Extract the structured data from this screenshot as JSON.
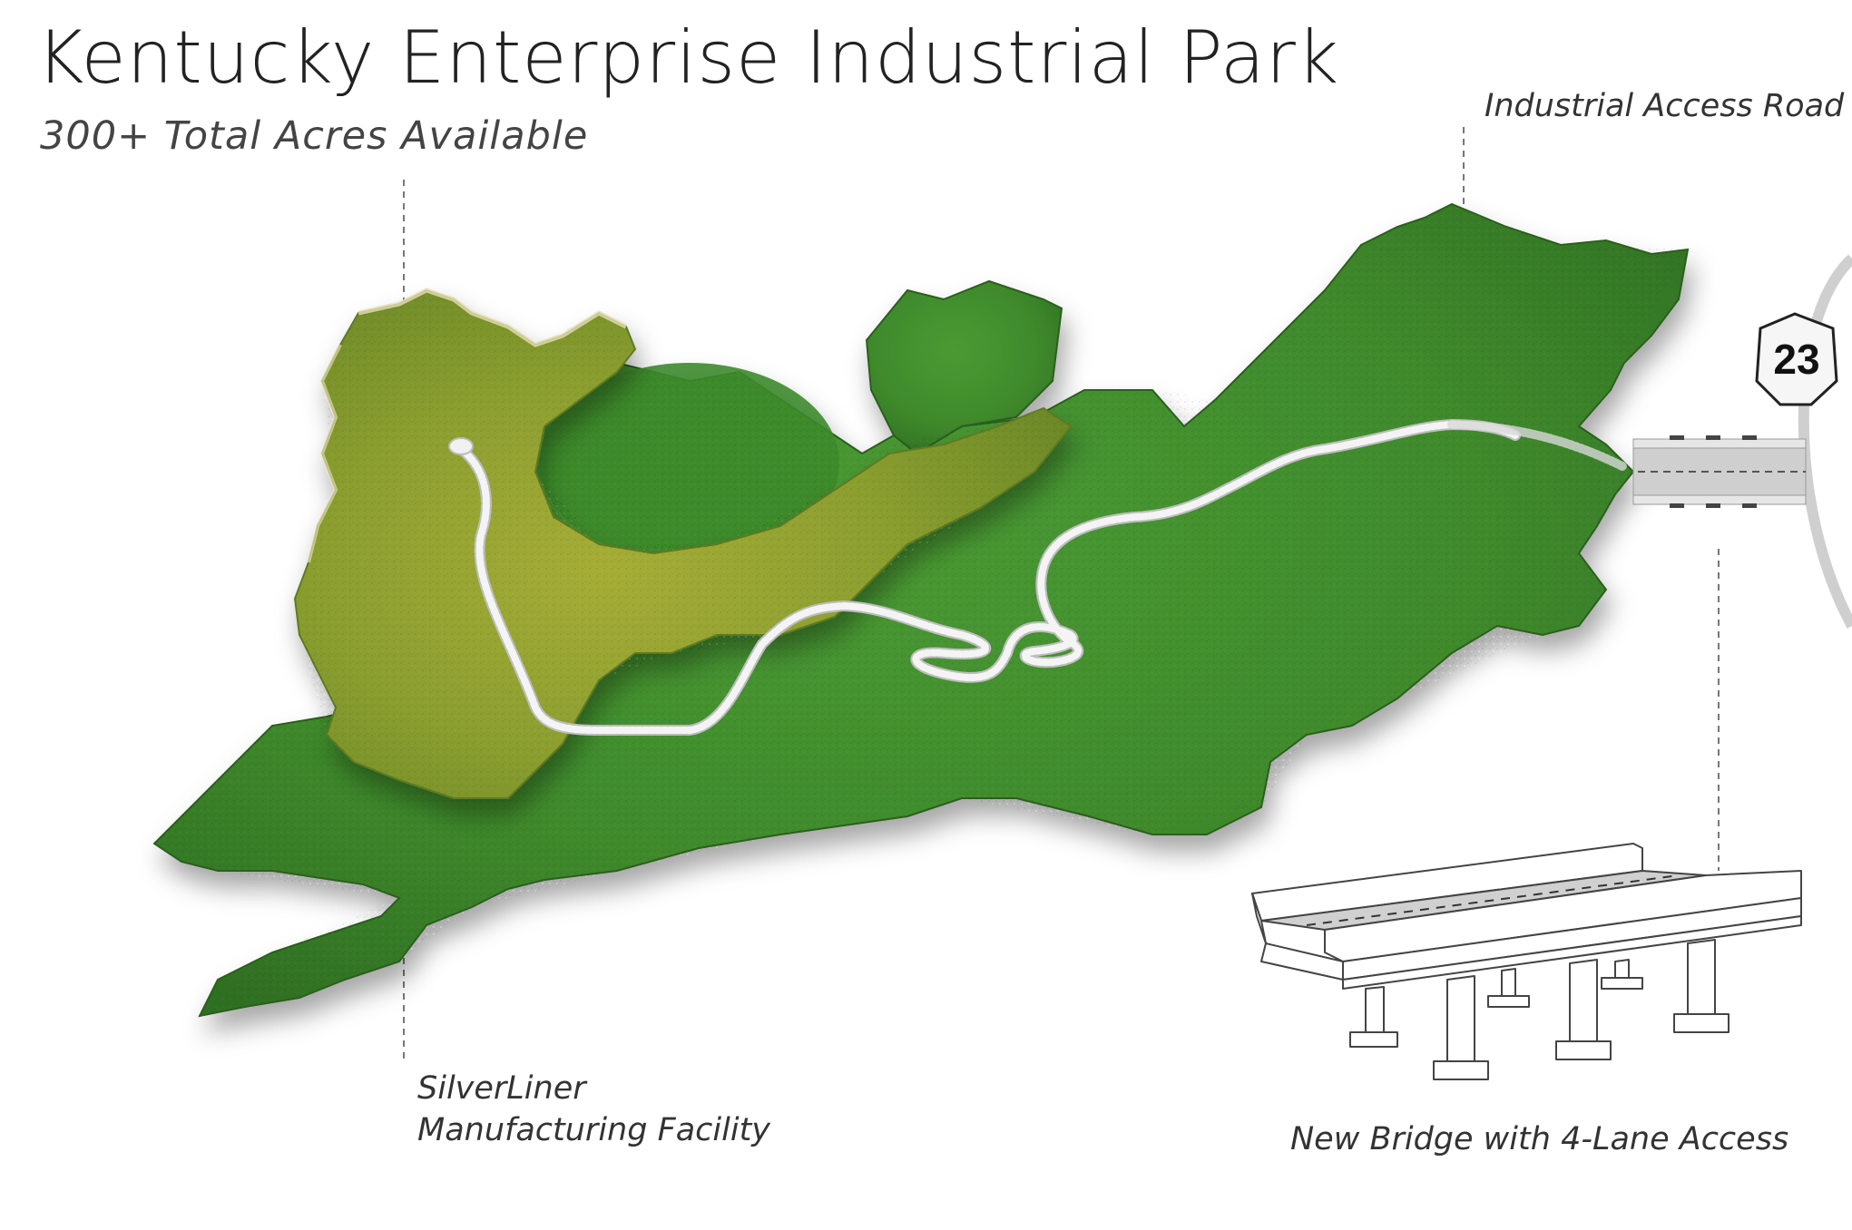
{
  "map": {
    "title": "Kentucky Enterprise Industrial Park",
    "subtitle": "300+ Total Acres Available",
    "labels": {
      "access_road": "Industrial Access Road",
      "facility_line1": "SilverLiner",
      "facility_line2": "Manufacturing Facility",
      "bridge": "New Bridge with 4-Lane Access"
    },
    "route_shield": "23",
    "colors": {
      "terrain_dark": "#3f8a2c",
      "terrain_upper": "#8aa02e",
      "road": "#e4e4e4",
      "leader": "#777777"
    }
  }
}
